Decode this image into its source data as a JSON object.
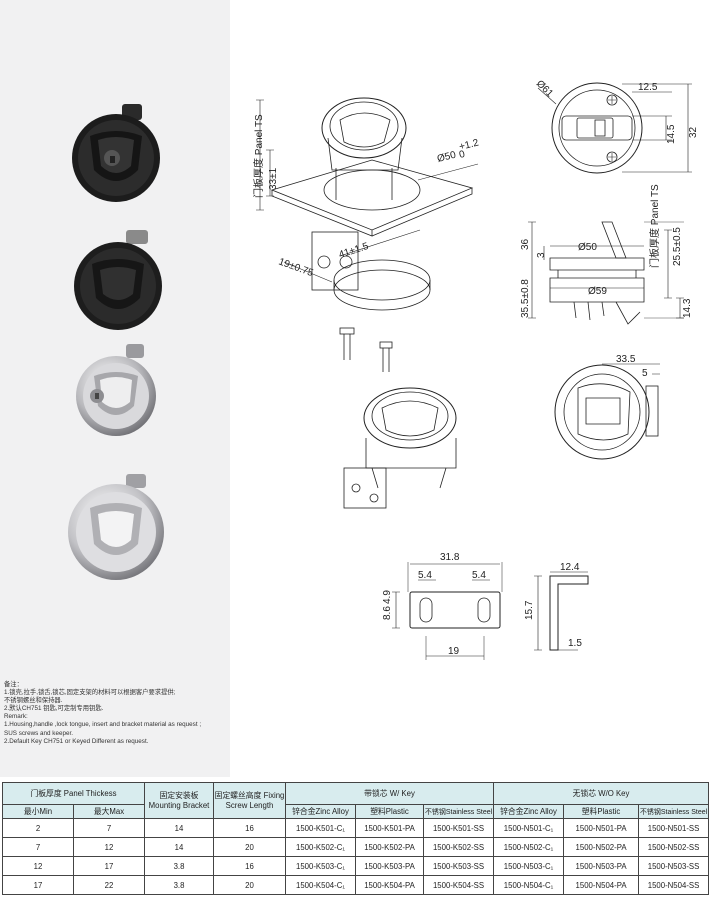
{
  "dimensions": {
    "panel_ts": "门板厚度 Panel TS",
    "d33": "33±1",
    "d19": "19±0.75",
    "d41": "41±1.5",
    "d50tol": "Ø50",
    "d50tol_sup": "+1.2",
    "d50tol_sub": "0",
    "d61": "Ø61",
    "d12_5": "12.5",
    "d14_5": "14.5",
    "d32": "32",
    "d36": "36",
    "d3": "3",
    "d50": "Ø50",
    "d59": "Ø59",
    "d35_5": "35.5±0.8",
    "d25_5": "25.5±0.5",
    "d14_3": "14.3",
    "d33_5": "33.5",
    "d5": "5",
    "d31_8": "31.8",
    "d5_4a": "5.4",
    "d5_4b": "5.4",
    "d8_6": "8.6",
    "d4_9": "4.9",
    "d19b": "19",
    "d12_4": "12.4",
    "d15_7": "15.7",
    "d1_5": "1.5"
  },
  "remarks": {
    "title": "备注：",
    "line1": "1.锁壳,拉手,锁舌,锁芯,固定支架的材料可以根据客户要求提供;",
    "line2": "不锈钢螺丝和保持器.",
    "line3": "2.默认CH751 钥匙,可定制专用钥匙.",
    "line4": "Remark:",
    "line5": "1.Housing,handle ,lock tongue, insert and bracket material as request ;",
    "line6": "SUS screws and keeper.",
    "line7": "2.Default Key CH751 or Keyed Different as request."
  },
  "table": {
    "h_panel": "门板厚度 Panel Thickess",
    "h_bracket": "固定安装板 Mounting Bracket",
    "h_screw": "固定螺丝高度 Fixing Screw Length",
    "h_withkey": "带锁芯 W/ Key",
    "h_nokey": "无锁芯 W/O Key",
    "h_min": "最小Min",
    "h_max": "最大Max",
    "h_zinc1": "锌合金Zinc Alloy",
    "h_plastic1": "塑料Plastic",
    "h_ss1": "不锈钢Stainless Steel",
    "h_zinc2": "锌合金Zinc Alloy",
    "h_plastic2": "塑料Plastic",
    "h_ss2": "不锈钢Stainless Steel",
    "rows": [
      {
        "min": "2",
        "max": "7",
        "bracket": "14",
        "screw": "16",
        "k_zinc": "1500-K501-C₁",
        "k_pa": "1500-K501-PA",
        "k_ss": "1500-K501-SS",
        "n_zinc": "1500-N501-C₁",
        "n_pa": "1500-N501-PA",
        "n_ss": "1500-N501-SS"
      },
      {
        "min": "7",
        "max": "12",
        "bracket": "14",
        "screw": "20",
        "k_zinc": "1500-K502-C₁",
        "k_pa": "1500-K502-PA",
        "k_ss": "1500-K502-SS",
        "n_zinc": "1500-N502-C₁",
        "n_pa": "1500-N502-PA",
        "n_ss": "1500-N502-SS"
      },
      {
        "min": "12",
        "max": "17",
        "bracket": "3.8",
        "screw": "16",
        "k_zinc": "1500-K503-C₁",
        "k_pa": "1500-K503-PA",
        "k_ss": "1500-K503-SS",
        "n_zinc": "1500-N503-C₁",
        "n_pa": "1500-N503-PA",
        "n_ss": "1500-N503-SS"
      },
      {
        "min": "17",
        "max": "22",
        "bracket": "3.8",
        "screw": "20",
        "k_zinc": "1500-K504-C₁",
        "k_pa": "1500-K504-PA",
        "k_ss": "1500-K504-SS",
        "n_zinc": "1500-N504-C₁",
        "n_pa": "1500-N504-PA",
        "n_ss": "1500-N504-SS"
      }
    ]
  },
  "colors": {
    "header_bg": "#d8ecee",
    "strip_bg": "#f1f1f2"
  }
}
